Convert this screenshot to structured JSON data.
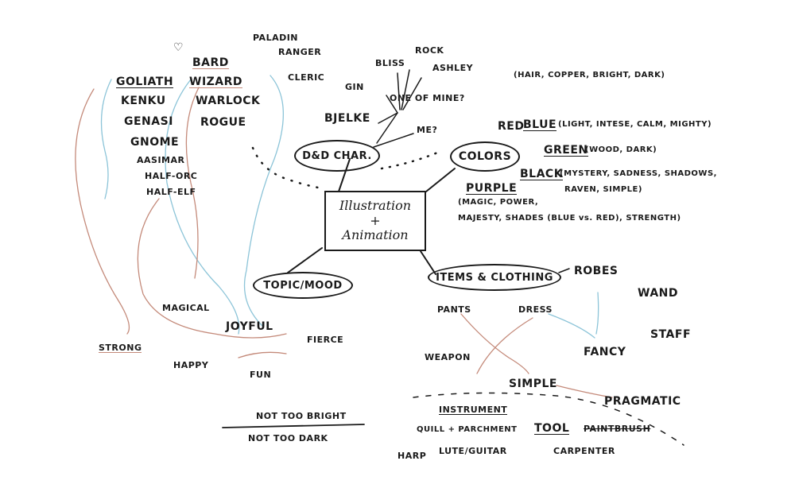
{
  "center": {
    "line1": "Illustration",
    "line2": "+",
    "line3": "Animation"
  },
  "hubs": {
    "dnd": "D&D CHAR.",
    "colors": "COLORS",
    "items": "ITEMS & CLOTHING",
    "topic": "TOPIC/MOOD"
  },
  "dnd": {
    "classes": [
      "BARD",
      "WIZARD",
      "WARLOCK",
      "ROGUE",
      "PALADIN",
      "RANGER",
      "CLERIC"
    ],
    "races": [
      "GOLIATH",
      "KENKU",
      "GENASI",
      "GNOME",
      "AASIMAR",
      "HALF-ORC",
      "HALF-ELF"
    ],
    "people": [
      "GIN",
      "BLISS",
      "ROCK",
      "ASHLEY",
      "BJELKE",
      "ONE OF MINE?",
      "ME?"
    ]
  },
  "colors": {
    "hair_note": "(HAIR, COPPER, BRIGHT, DARK)",
    "red": "RED",
    "blue": "BLUE",
    "blue_note": "(LIGHT, INTESE, CALM, MIGHTY)",
    "green": "GREEN",
    "green_note": "(WOOD, DARK)",
    "black": "BLACK",
    "black_note1": "(MYSTERY, SADNESS, SHADOWS,",
    "black_note2": "RAVEN, SIMPLE)",
    "purple": "PURPLE",
    "purple_note1": "(MAGIC, POWER,",
    "purple_note2": "MAJESTY, SHADES (BLUE vs. RED), STRENGTH)"
  },
  "items": {
    "robes": "ROBES",
    "wand": "WAND",
    "staff": "STAFF",
    "pants": "PANTS",
    "dress": "DRESS",
    "fancy": "FANCY",
    "weapon": "WEAPON",
    "simple": "SIMPLE",
    "pragmatic": "PRAGMATIC",
    "instrument": "INSTRUMENT",
    "quill": "QUILL + PARCHMENT",
    "tool": "TOOL",
    "paintbrush": "PAINTBRUSH",
    "harp": "HARP",
    "lute": "LUTE/GUITAR",
    "carpenter": "CARPENTER"
  },
  "mood": {
    "words": [
      "MAGICAL",
      "JOYFUL",
      "FIERCE",
      "STRONG",
      "HAPPY",
      "FUN"
    ],
    "note1": "NOT TOO BRIGHT",
    "note2": "NOT TOO DARK"
  },
  "colors_palette": {
    "ink": "#1a1a1a",
    "blue_line": "#8cc4d8",
    "red_line": "#c48a7a"
  }
}
